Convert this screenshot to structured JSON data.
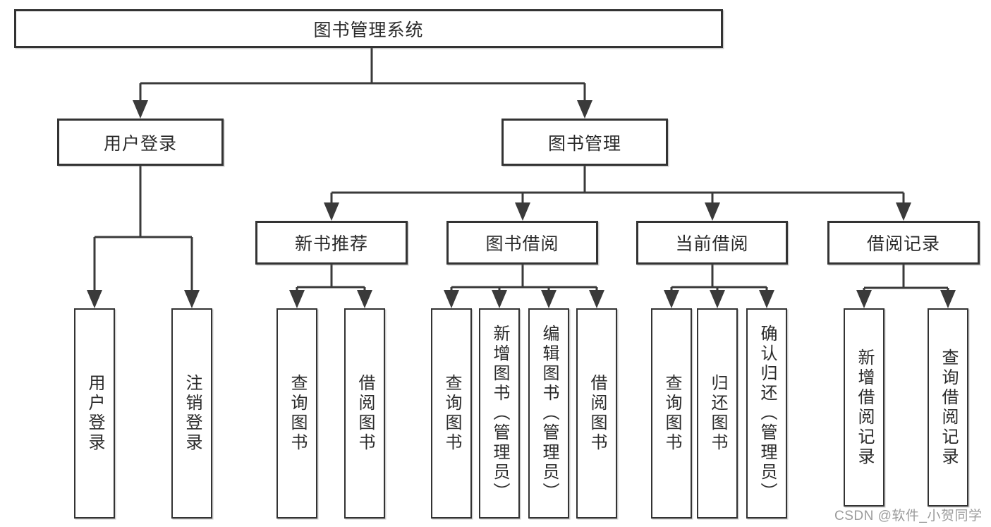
{
  "tree": {
    "label": "图书管理系统",
    "children": [
      {
        "label": "用户登录",
        "children": [
          {
            "label": "用户登录"
          },
          {
            "label": "注销登录"
          }
        ]
      },
      {
        "label": "图书管理",
        "children": [
          {
            "label": "新书推荐",
            "children": [
              {
                "label": "查询图书"
              },
              {
                "label": "借阅图书"
              }
            ]
          },
          {
            "label": "图书借阅",
            "children": [
              {
                "label": "查询图书"
              },
              {
                "label": "新增图书（管理员）"
              },
              {
                "label": "编辑图书（管理员）"
              },
              {
                "label": "借阅图书"
              }
            ]
          },
          {
            "label": "当前借阅",
            "children": [
              {
                "label": "查询图书"
              },
              {
                "label": "归还图书"
              },
              {
                "label": "确认归还（管理员）"
              }
            ]
          },
          {
            "label": "借阅记录",
            "children": [
              {
                "label": "新增借阅记录"
              },
              {
                "label": "查询借阅记录"
              }
            ]
          }
        ]
      }
    ]
  },
  "watermark": {
    "text": "CSDN @软件_小贺同学"
  },
  "colors": {
    "line": "#3a3a3a",
    "border": "#333333",
    "text": "#2b2b2b",
    "watermark": "#9b9b9b",
    "background": "#ffffff"
  }
}
